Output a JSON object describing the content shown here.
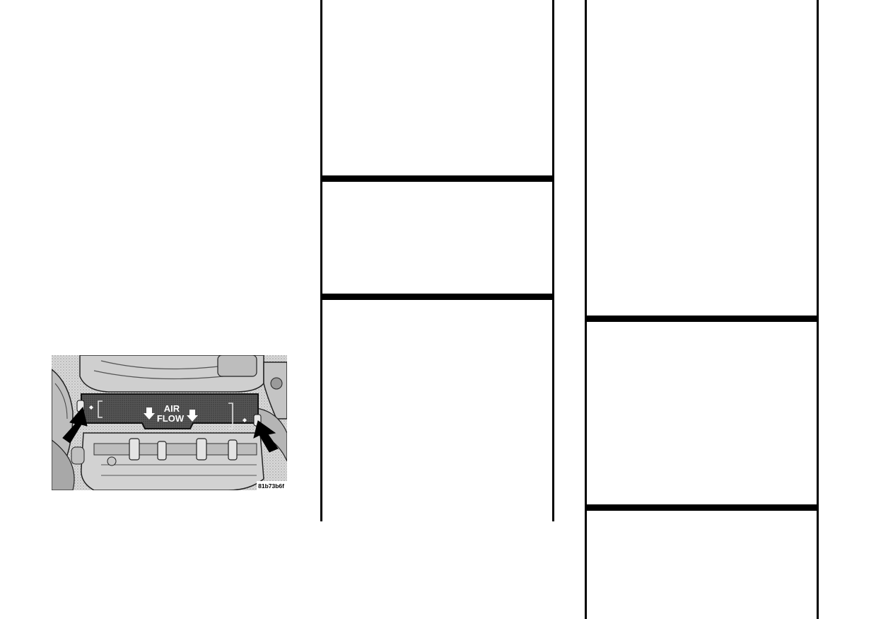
{
  "figure": {
    "cover_label_line1": "AIR",
    "cover_label_line2": "FLOW",
    "image_code": "81b73b6f"
  }
}
